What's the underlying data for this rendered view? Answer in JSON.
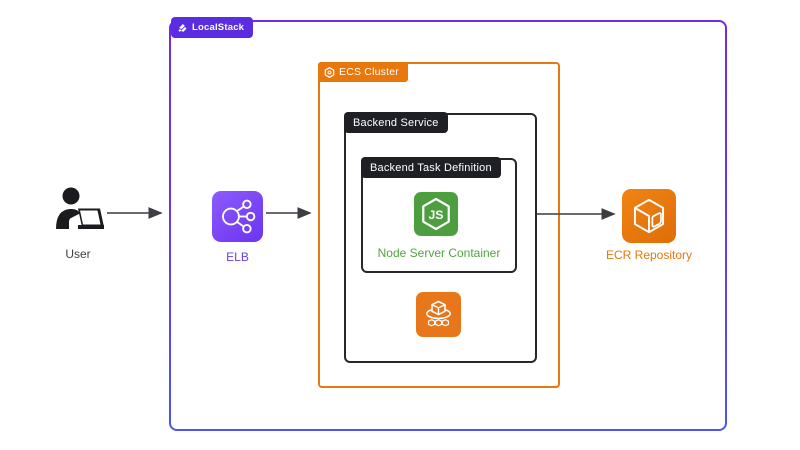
{
  "diagram": {
    "title_badge": "LocalStack",
    "cluster": {
      "label": "ECS Cluster",
      "service": {
        "label": "Backend Service",
        "task_definition": {
          "label": "Backend Task Definition",
          "container_label": "Node Server Container"
        }
      }
    },
    "nodes": {
      "user": {
        "label": "User",
        "icon": "person-at-laptop-icon"
      },
      "elb": {
        "label": "ELB",
        "icon": "load-balancer-icon"
      },
      "ecr": {
        "label": "ECR Repository",
        "icon": "ecr-cube-icon"
      },
      "node_container": {
        "icon": "nodejs-hexagon-icon"
      },
      "ecs_service": {
        "icon": "ecs-containers-icon"
      }
    },
    "edges": [
      {
        "from": "user",
        "to": "localstack-box"
      },
      {
        "from": "elb",
        "to": "ecs-cluster-box"
      },
      {
        "from": "backend-service-box",
        "to": "ecr"
      }
    ],
    "colors": {
      "localstack_purple": "#5a2ee0",
      "outer_border_top": "#7329e6",
      "outer_border_bottom": "#4a58ec",
      "aws_orange": "#e8770d",
      "dark_label": "#1e2025",
      "node_green": "#4c9e3f",
      "node_label_green": "#56a244",
      "elb_purple": "#6e3bf0",
      "ecr_orange": "#e8760c",
      "arrow_gray": "#54565b"
    }
  }
}
